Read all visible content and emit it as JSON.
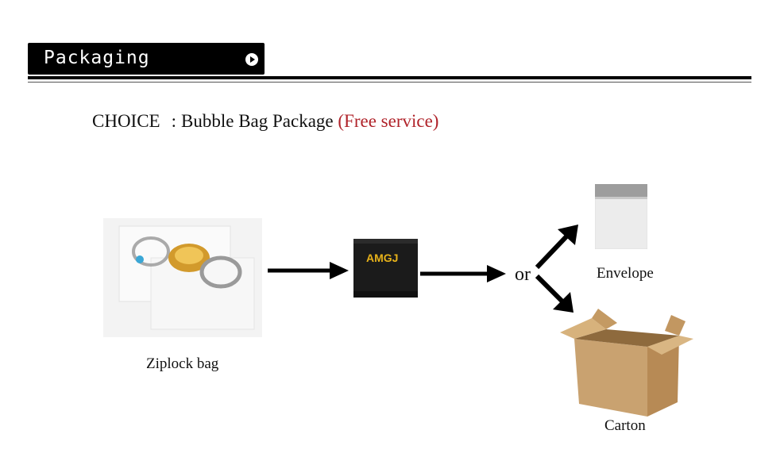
{
  "header": {
    "title": "Packaging"
  },
  "choice": {
    "label": "CHOICE",
    "separator": ":",
    "text": "Bubble Bag Package",
    "free": "(Free service)"
  },
  "items": {
    "ziplock": "Ziplock bag",
    "box_brand": "AMGJ",
    "or": "or",
    "envelope": "Envelope",
    "carton": "Carton"
  },
  "colors": {
    "accent_red": "#b0232a",
    "brand_gold": "#e7b21a",
    "carton": "#c9a270"
  }
}
